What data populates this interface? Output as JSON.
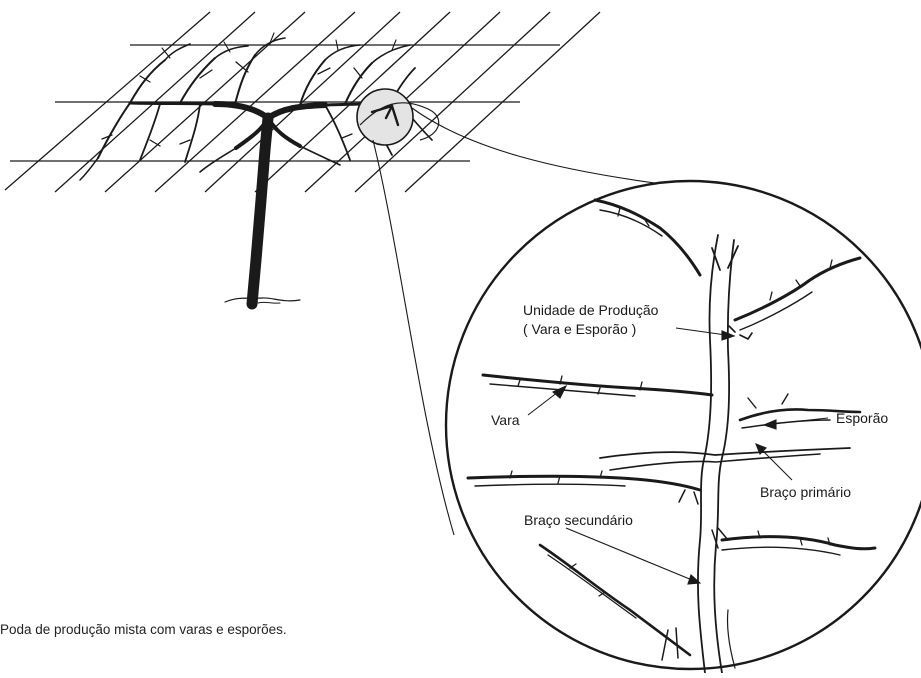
{
  "labels": {
    "unidade_line1": "Unidade de Produção",
    "unidade_line2": "( Vara e Esporão )",
    "vara": "Vara",
    "esporao": "Esporão",
    "braco_primario": "Braço primário",
    "braco_secundario": "Braço secundário"
  },
  "caption": "Poda de produção mista com varas e esporões.",
  "colors": {
    "ink": "#1a1a1a",
    "background": "#ffffff",
    "highlight": "#e4e4e4"
  }
}
